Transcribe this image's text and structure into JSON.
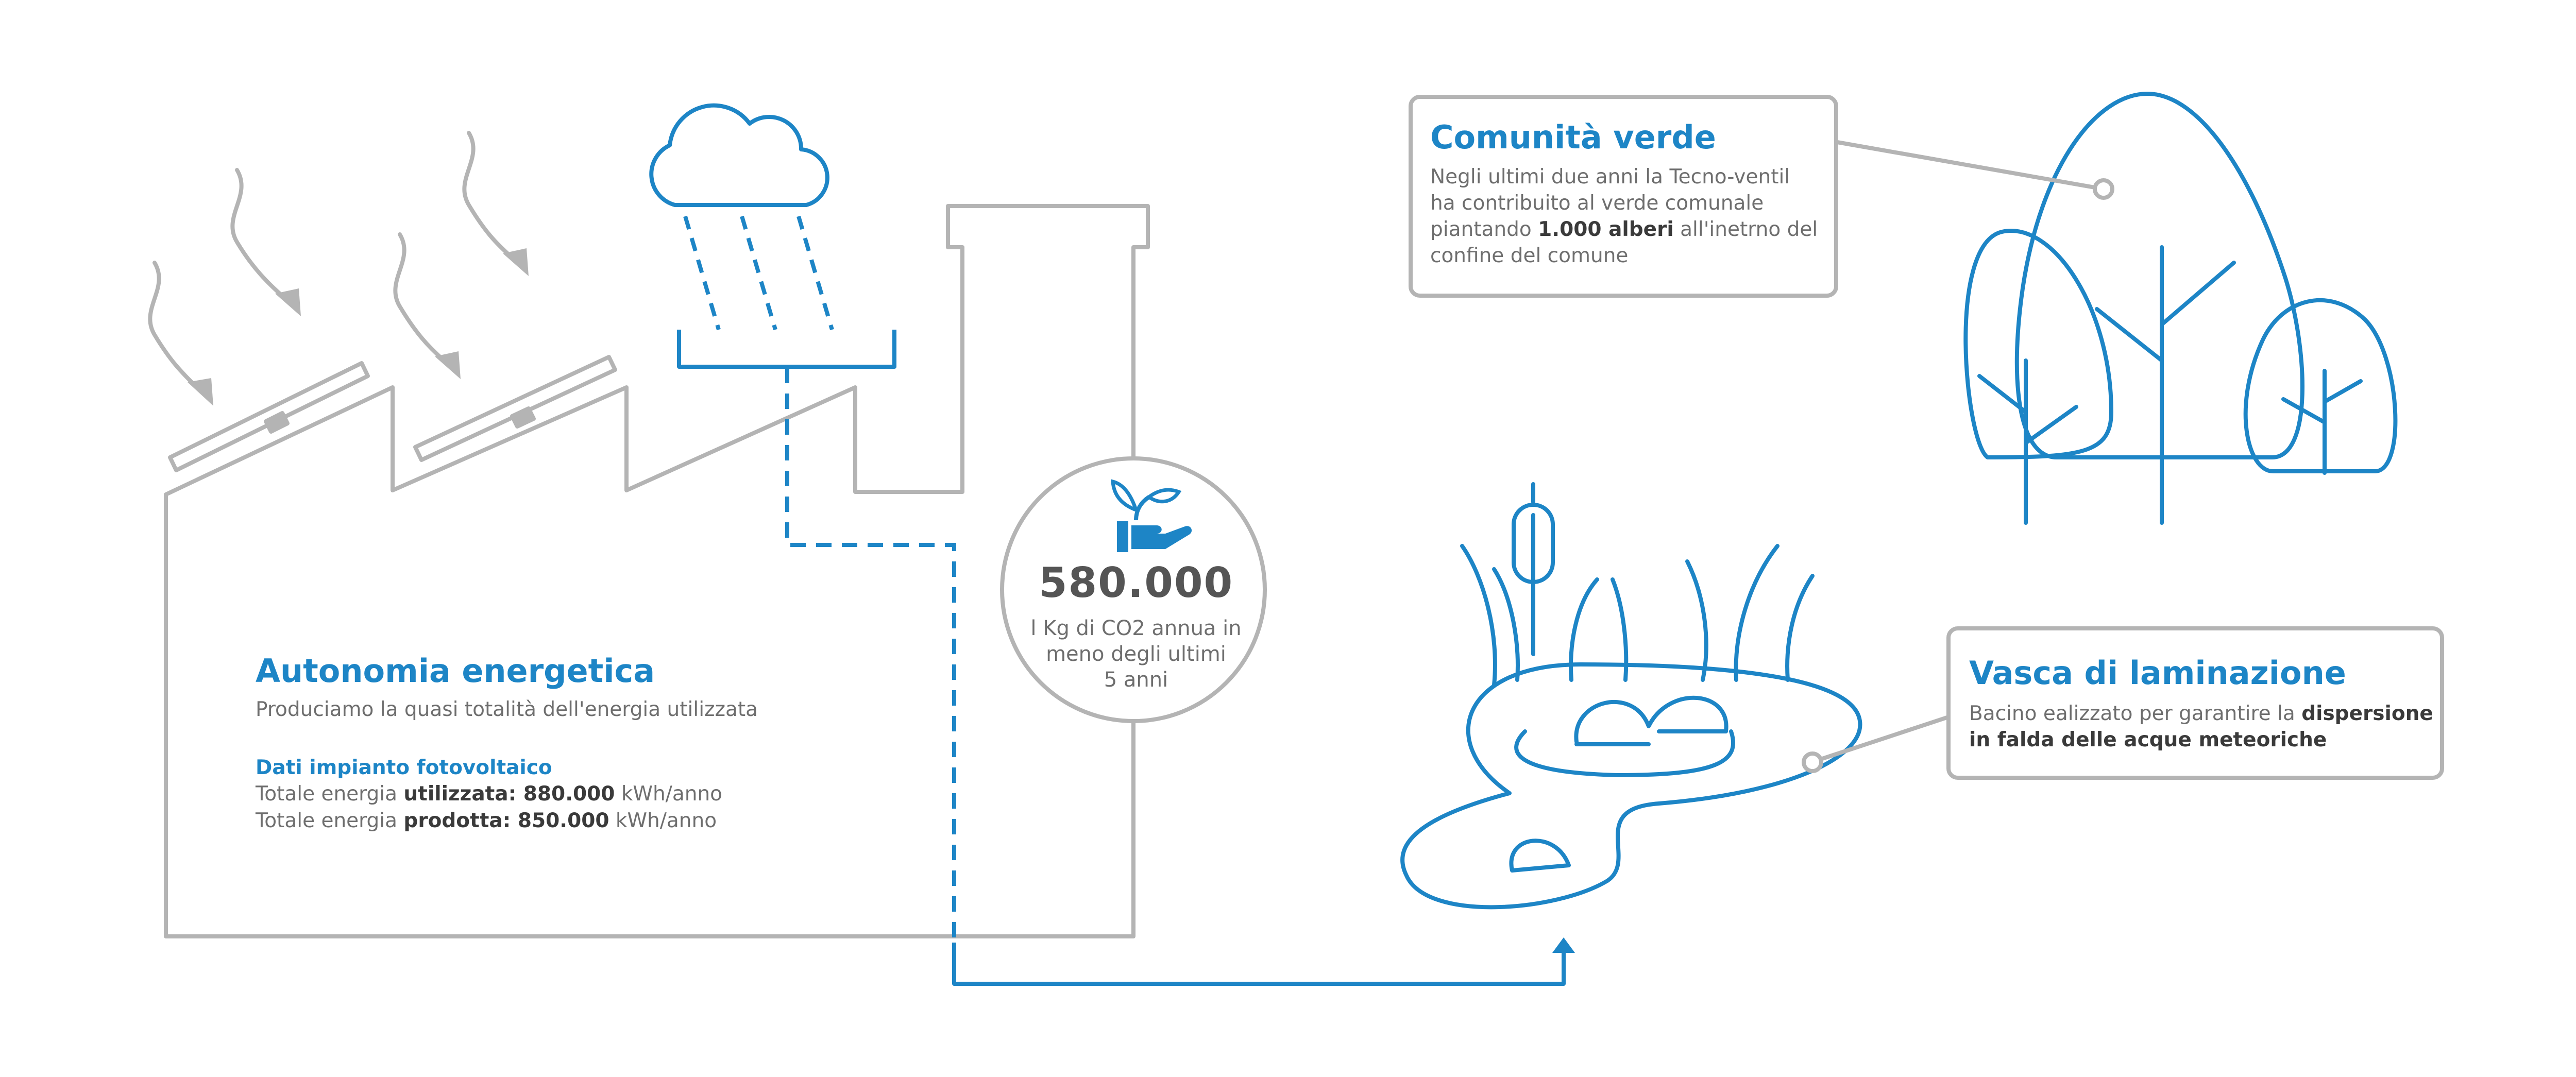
{
  "factory": {
    "title": "Autonomia energetica",
    "subtitle": "Produciamo la quasi totalità dell'energia utilizzata",
    "pv_heading": "Dati impianto fotovoltaico",
    "used": {
      "prefix": "Totale energia ",
      "label": "utilizzata: 880.000",
      "unit": " kWh/anno"
    },
    "produced": {
      "prefix": "Totale energia ",
      "label": "prodotta: 850.000",
      "unit": " kWh/anno"
    }
  },
  "co2": {
    "value": "580.000",
    "lines": [
      "l Kg di CO2 annua in",
      "meno degli ultimi",
      "5 anni"
    ]
  },
  "green": {
    "title": "Comunità verde",
    "line1": "Negli ultimi due anni la Tecno-ventil",
    "line2": "ha contribuito al verde comunale",
    "line3_prefix": "piantando ",
    "line3_bold": "1.000 alberi",
    "line3_suffix": " all'inetrno del",
    "line4": "confine del comune"
  },
  "basin": {
    "title": "Vasca di laminazione",
    "line1_prefix": "Bacino ealizzato per garantire la ",
    "line1_bold": "dispersione",
    "line2_bold": "in falda delle acque meteoriche"
  },
  "colors": {
    "accent": "#1d85c6",
    "outline": "#b4b4b4",
    "text": "#6e6e6e",
    "dark_text": "#3a3a3a"
  },
  "icons": [
    "sun-ray-arrow-icon",
    "cloud-icon",
    "plant-hand-icon",
    "tree-icon",
    "pond-icon"
  ]
}
